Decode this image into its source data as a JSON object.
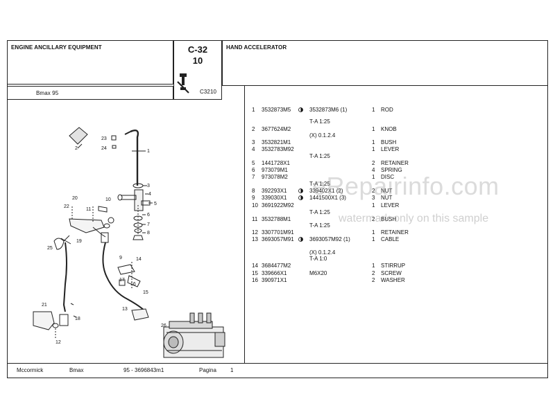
{
  "header": {
    "section_title": "ENGINE ANCILLARY EQUIPMENT",
    "page_code": "C-32",
    "page_number": "10",
    "group_title": "HAND ACCELERATOR",
    "model": "Bmax 95",
    "ref_code": "C3210"
  },
  "parts": [
    {
      "pos": "1",
      "part": "3532873M5",
      "dot": true,
      "alt": "3532873M6",
      "alt_note": "(1)",
      "qty": "1",
      "desc": "ROD"
    },
    {
      "pos": "2",
      "part": "3677624M2",
      "dot": false,
      "alt": "",
      "alt_note": "",
      "qty": "1",
      "desc": "KNOB"
    },
    {
      "pos": "3",
      "part": "3532821M1",
      "dot": false,
      "alt": "",
      "alt_note": "",
      "qty": "1",
      "desc": "BUSH"
    },
    {
      "pos": "4",
      "part": "3532783M92",
      "dot": false,
      "alt": "",
      "alt_note": "",
      "qty": "1",
      "desc": "LEVER"
    },
    {
      "pos": "5",
      "part": "1441728X1",
      "dot": false,
      "alt": "",
      "alt_note": "",
      "qty": "2",
      "desc": "RETAINER"
    },
    {
      "pos": "6",
      "part": "973079M1",
      "dot": false,
      "alt": "",
      "alt_note": "",
      "qty": "4",
      "desc": "SPRING"
    },
    {
      "pos": "7",
      "part": "973078M2",
      "dot": false,
      "alt": "",
      "alt_note": "",
      "qty": "1",
      "desc": "DISC"
    },
    {
      "pos": "8",
      "part": "392293X1",
      "dot": true,
      "alt": "339402X1",
      "alt_note": "(2)",
      "qty": "2",
      "desc": "NUT"
    },
    {
      "pos": "9",
      "part": "339030X1",
      "dot": true,
      "alt": "1441500X1",
      "alt_note": "(3)",
      "qty": "3",
      "desc": "NUT"
    },
    {
      "pos": "10",
      "part": "3691922M92",
      "dot": false,
      "alt": "",
      "alt_note": "",
      "qty": "1",
      "desc": "LEVER"
    },
    {
      "pos": "11",
      "part": "3532788M1",
      "dot": false,
      "alt": "",
      "alt_note": "",
      "qty": "2",
      "desc": "BUSH"
    },
    {
      "pos": "12",
      "part": "3307701M91",
      "dot": false,
      "alt": "",
      "alt_note": "",
      "qty": "1",
      "desc": "RETAINER"
    },
    {
      "pos": "13",
      "part": "3693057M91",
      "dot": true,
      "alt": "3693057M92",
      "alt_note": "(1)",
      "qty": "1",
      "desc": "CABLE"
    },
    {
      "pos": "14",
      "part": "3684477M2",
      "dot": false,
      "alt": "",
      "alt_note": "",
      "qty": "1",
      "desc": "STIRRUP"
    },
    {
      "pos": "15",
      "part": "339666X1",
      "dot": false,
      "alt": "M6X20",
      "alt_note": "",
      "qty": "2",
      "desc": "SCREW"
    },
    {
      "pos": "16",
      "part": "390971X1",
      "dot": false,
      "alt": "",
      "alt_note": "",
      "qty": "2",
      "desc": "WASHER"
    }
  ],
  "notes": {
    "n1": "T-A 1:25",
    "n2": "(X) 0.1.2.4",
    "n3": "T-A 1:25",
    "n4": "T-A 1:25",
    "n5": "T-A 1:25",
    "n6": "T-A 1:25",
    "n7": "(X) 0.1.2.4",
    "n8": "T-A 1:0"
  },
  "diagram_labels": [
    "1",
    "2",
    "3",
    "4",
    "5",
    "6",
    "7",
    "8",
    "9",
    "10",
    "11",
    "12",
    "13",
    "14",
    "15",
    "16",
    "17",
    "18",
    "19",
    "20",
    "21",
    "22",
    "23",
    "24",
    "25",
    "26"
  ],
  "footer": {
    "brand": "Mccormick",
    "series": "Bmax",
    "doc": "95 - 3696843m1",
    "page_label": "Pagina",
    "page_no": "1"
  },
  "watermark": {
    "site": "eRepairinfo.com",
    "notice": "watermark only on this sample"
  }
}
